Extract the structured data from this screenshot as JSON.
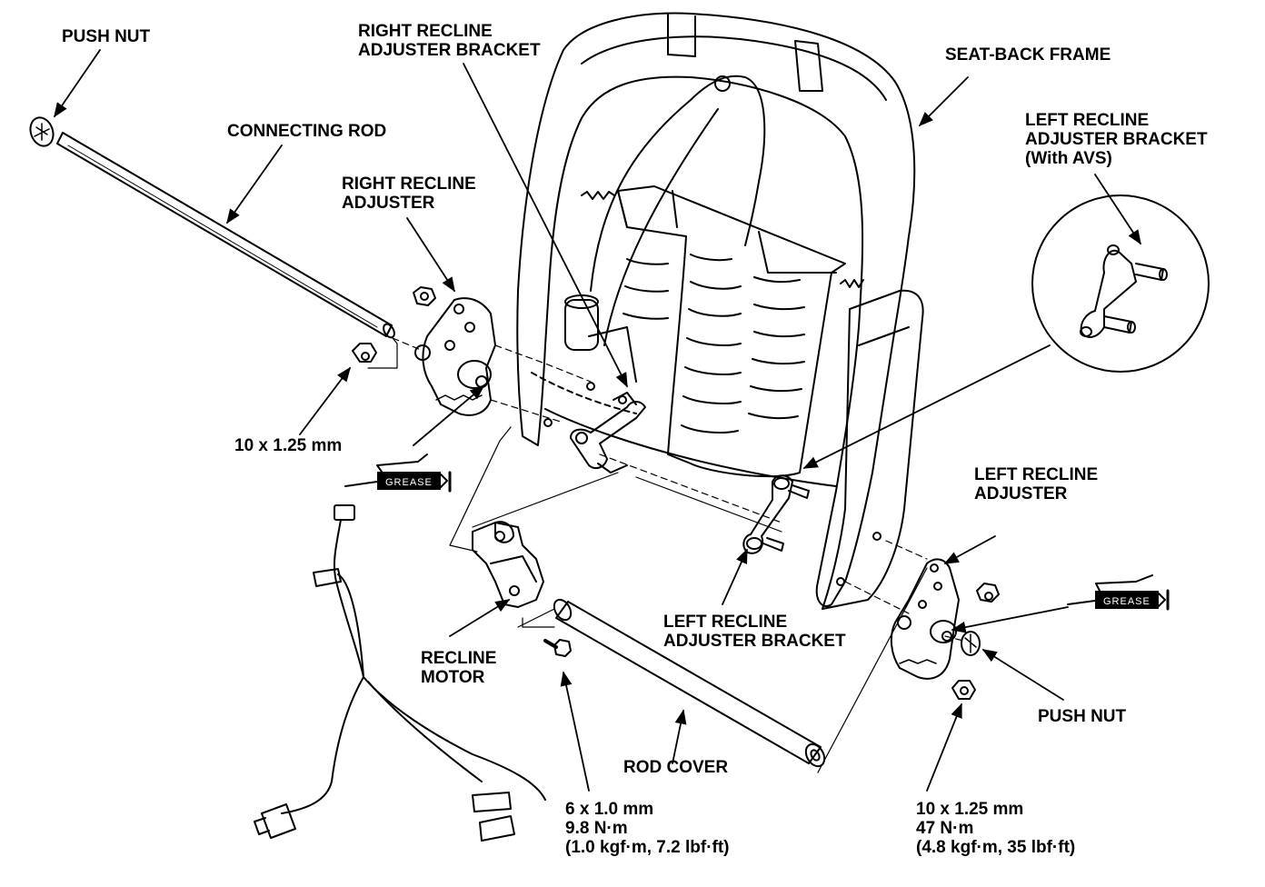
{
  "labels": {
    "push_nut_top": [
      "PUSH NUT"
    ],
    "connecting_rod": [
      "CONNECTING ROD"
    ],
    "right_recline_adjuster_bracket": [
      "RIGHT RECLINE",
      "ADJUSTER BRACKET"
    ],
    "right_recline_adjuster": [
      "RIGHT RECLINE",
      "ADJUSTER"
    ],
    "seat_back_frame": [
      "SEAT-BACK FRAME"
    ],
    "left_recline_adjuster_bracket_avs": [
      "LEFT RECLINE",
      "ADJUSTER BRACKET",
      "(With AVS)"
    ],
    "bolt_left": [
      "10 x 1.25 mm"
    ],
    "left_recline_adjuster": [
      "LEFT RECLINE",
      "ADJUSTER"
    ],
    "left_recline_adjuster_bracket": [
      "LEFT RECLINE",
      "ADJUSTER BRACKET"
    ],
    "recline_motor": [
      "RECLINE",
      "MOTOR"
    ],
    "push_nut_bottom": [
      "PUSH NUT"
    ],
    "rod_cover": [
      "ROD COVER"
    ],
    "bolt_motor": [
      "6 x 1.0 mm",
      "9.8 N·m",
      "(1.0 kgf·m, 7.2 lbf·ft)"
    ],
    "bolt_right": [
      "10 x 1.25 mm",
      "47 N·m",
      "(4.8 kgf·m, 35 lbf·ft)"
    ]
  },
  "grease_tags": [
    "GREASE",
    "GREASE"
  ]
}
